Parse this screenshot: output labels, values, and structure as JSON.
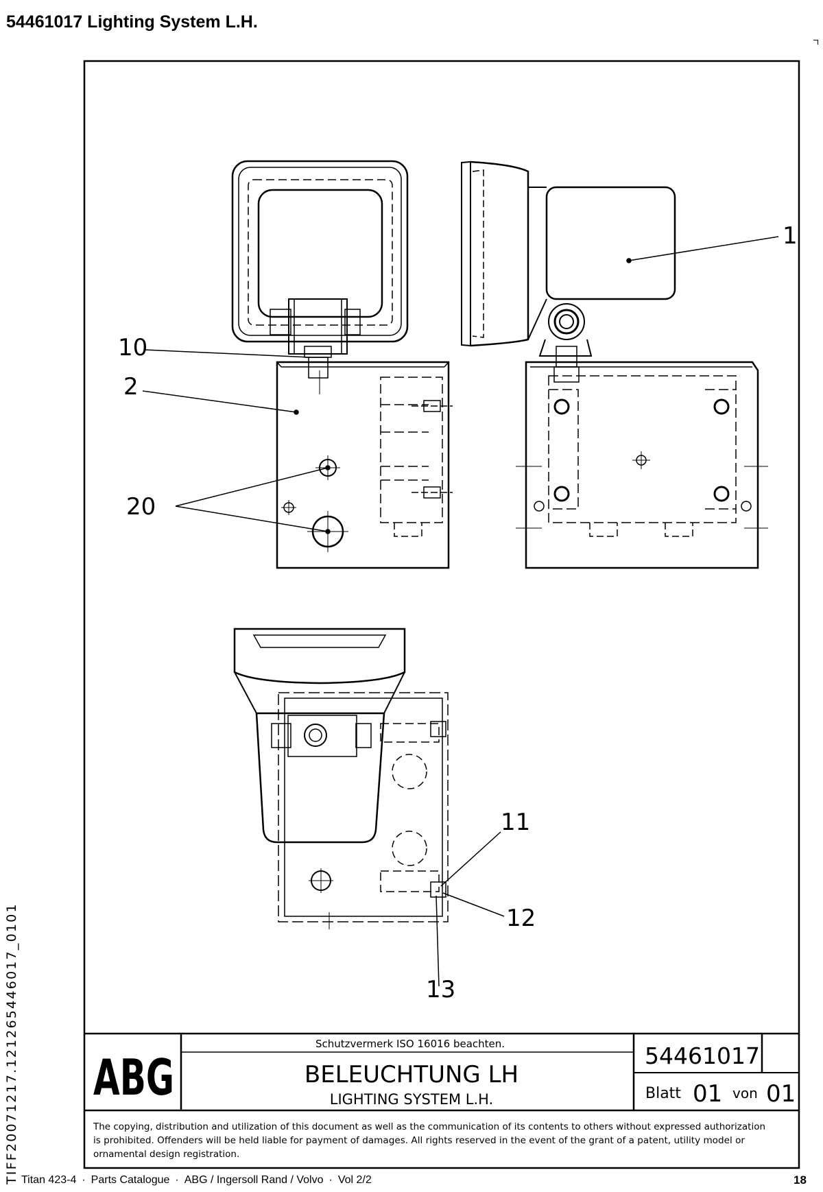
{
  "page": {
    "title": "54461017  Lighting System L.H.",
    "side_code": "TIFF20071217.121265446017_0101",
    "footer": {
      "parts": [
        "Titan 423-4",
        "Parts Catalogue",
        "ABG / Ingersoll Rand / Volvo",
        "Vol 2/2"
      ],
      "page_number": "18"
    }
  },
  "drawing": {
    "callouts": [
      "1",
      "2",
      "10",
      "20",
      "11",
      "12",
      "13"
    ]
  },
  "title_block": {
    "logo": "ABG",
    "protection_note": "Schutzvermerk ISO 16016 beachten.",
    "title_de": "BELEUCHTUNG LH",
    "title_en": "LIGHTING SYSTEM L.H.",
    "drawing_number": "54461017",
    "sheet_label": "Blatt",
    "sheet_number": "01",
    "of_label": "von",
    "sheet_total": "01",
    "copyright_lines": [
      "The copying, distribution and utilization of this document as well as the communication of its contents to others without expressed authorization",
      "is prohibited. Offenders will be held liable for payment of damages. All rights reserved in the event of the grant of a patent, utility model or",
      "ornamental design registration."
    ]
  }
}
